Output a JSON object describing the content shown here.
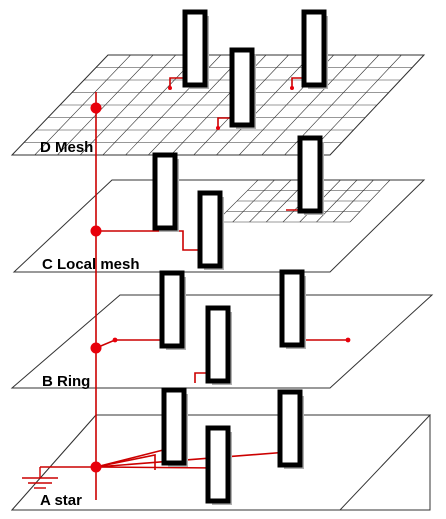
{
  "layers": [
    {
      "id": "d",
      "label": "D Mesh"
    },
    {
      "id": "c",
      "label": "C Local mesh"
    },
    {
      "id": "b",
      "label": "B Ring"
    },
    {
      "id": "a",
      "label": "A star"
    }
  ],
  "colors": {
    "wire": "#cc0000",
    "node": "#e8000b",
    "plane_stroke": "#333333",
    "tower": "#000000"
  }
}
